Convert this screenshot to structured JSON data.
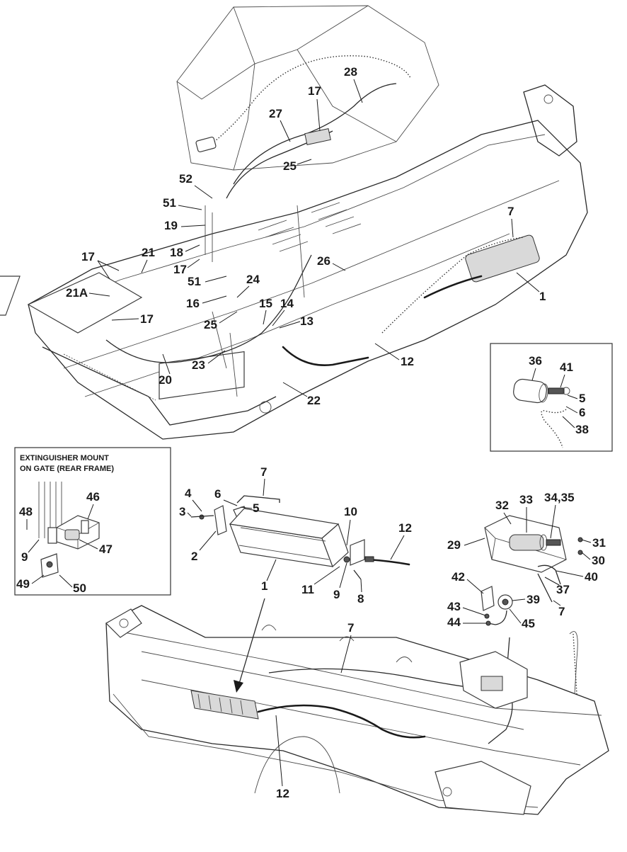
{
  "inset_extinguisher": {
    "title_line1": "EXTINGUISHER MOUNT",
    "title_line2": "ON GATE (REAR FRAME)"
  },
  "callouts": {
    "upper": [
      "28",
      "17",
      "27",
      "25",
      "52",
      "51",
      "19",
      "18",
      "17",
      "17",
      "21",
      "21A",
      "17",
      "51",
      "16",
      "24",
      "26",
      "7",
      "1",
      "15",
      "14",
      "13",
      "25",
      "12",
      "23",
      "20",
      "22"
    ],
    "inset_detail": [
      "36",
      "41",
      "5",
      "6",
      "38"
    ],
    "extinguisher": [
      "46",
      "48",
      "47",
      "9",
      "49",
      "50"
    ],
    "middle": [
      "7",
      "6",
      "4",
      "5",
      "3",
      "2",
      "10",
      "12",
      "11",
      "9",
      "8",
      "1"
    ],
    "valve": [
      "32",
      "33",
      "34,35",
      "29",
      "31",
      "30",
      "40",
      "37",
      "42",
      "39",
      "43",
      "44",
      "45",
      "7"
    ],
    "lower": [
      "7",
      "12"
    ]
  },
  "icons": [
    "fire-extinguisher-cylinder-icon",
    "nozzle-icon",
    "valve-housing-icon",
    "actuator-icon"
  ]
}
